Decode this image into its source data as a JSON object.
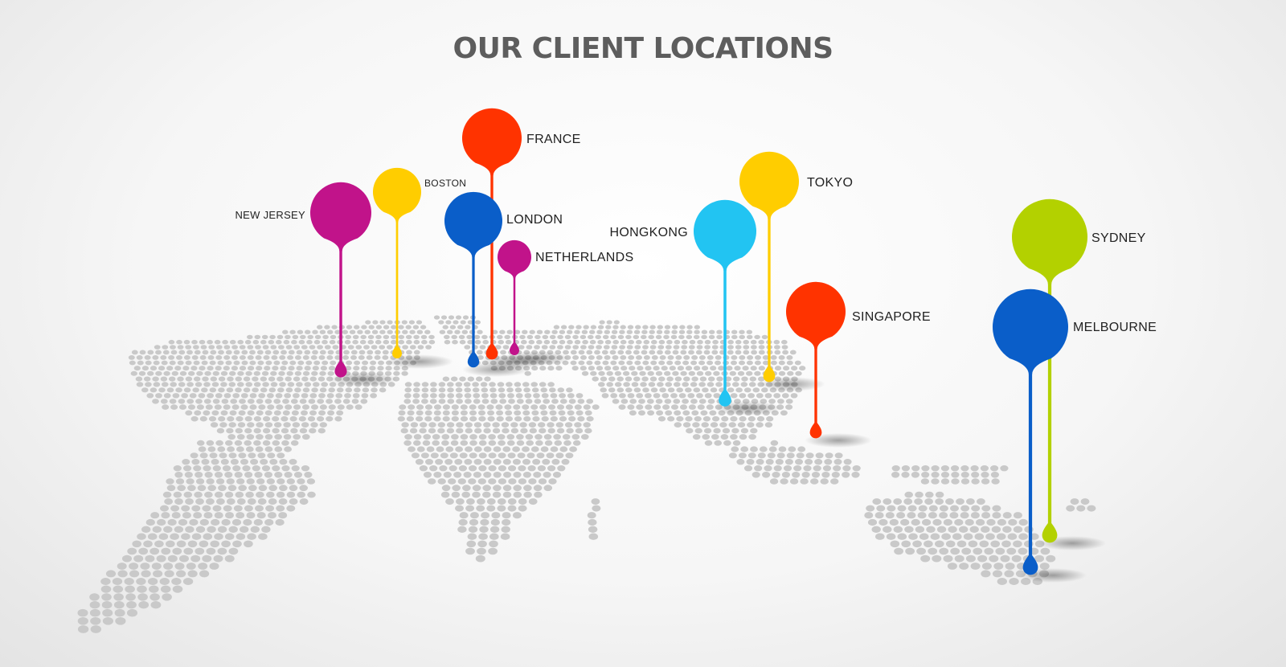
{
  "title": "OUR CLIENT LOCATIONS",
  "map": {
    "dot_color": "#c9c9c9",
    "style": "dotted-world-map-perspective"
  },
  "pins": [
    {
      "id": "new-jersey",
      "label": "NEW JERSEY",
      "color": "#c1138a"
    },
    {
      "id": "boston",
      "label": "BOSTON",
      "color": "#ffcd00"
    },
    {
      "id": "france",
      "label": "FRANCE",
      "color": "#ff3300"
    },
    {
      "id": "london",
      "label": "LONDON",
      "color": "#0a5ec9"
    },
    {
      "id": "netherlands",
      "label": "NETHERLANDS",
      "color": "#c1138a"
    },
    {
      "id": "hongkong",
      "label": "HONGKONG",
      "color": "#22c4f2"
    },
    {
      "id": "tokyo",
      "label": "TOKYO",
      "color": "#ffcd00"
    },
    {
      "id": "singapore",
      "label": "SINGAPORE",
      "color": "#ff3300"
    },
    {
      "id": "sydney",
      "label": "SYDNEY",
      "color": "#b3d100"
    },
    {
      "id": "melbourne",
      "label": "MELBOURNE",
      "color": "#0a5ec9"
    }
  ]
}
